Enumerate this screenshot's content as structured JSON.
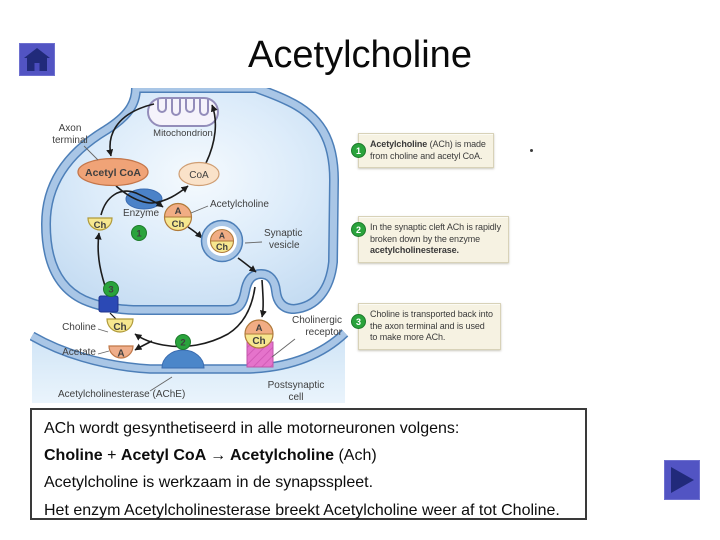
{
  "title": "Acetylcholine",
  "diagram": {
    "labels": {
      "axon_line1": "Axon",
      "axon_line2": "terminal",
      "mitochondrion": "Mitochondrion",
      "acetyl_coa": "Acetyl CoA",
      "coa": "CoA",
      "enzyme": "Enzyme",
      "acetylcholine": "Acetylcholine",
      "synaptic_line1": "Synaptic",
      "synaptic_line2": "vesicle",
      "choline": "Choline",
      "acetate": "Acetate",
      "ache": "Acetylcholinesterase (AChE)",
      "cholinergic_line1": "Cholinergic",
      "cholinergic_line2": "receptor",
      "postsynaptic_line1": "Postsynaptic",
      "postsynaptic_line2": "cell"
    },
    "molecules": {
      "a": "A",
      "ch": "Ch"
    },
    "steps": [
      "1",
      "2",
      "3"
    ]
  },
  "annotations": [
    {
      "num": "1",
      "lines": [
        [
          {
            "t": "Acetylcholine",
            "b": 1
          },
          {
            "t": " (ACh) is made",
            "b": 0
          }
        ],
        [
          {
            "t": "from choline and acetyl CoA.",
            "b": 0
          }
        ]
      ]
    },
    {
      "num": "2",
      "lines": [
        [
          {
            "t": "In the synaptic cleft ACh is rapidly",
            "b": 0
          }
        ],
        [
          {
            "t": "broken down by the enzyme",
            "b": 0
          }
        ],
        [
          {
            "t": "acetylcholinesterase.",
            "b": 1
          }
        ]
      ]
    },
    {
      "num": "3",
      "lines": [
        [
          {
            "t": "Choline is transported back into",
            "b": 0
          }
        ],
        [
          {
            "t": "the axon terminal and is used",
            "b": 0
          }
        ],
        [
          {
            "t": "to make more ACh.",
            "b": 0
          }
        ]
      ]
    }
  ],
  "footer": {
    "line1": "ACh wordt gesynthetiseerd in alle motorneuronen volgens:",
    "formula": [
      {
        "t": "Choline",
        "b": 1
      },
      {
        "t": " + ",
        "b": 0
      },
      {
        "t": "Acetyl CoA",
        "b": 1
      },
      {
        "t": " → ",
        "b": 1
      },
      {
        "t": "Acetylcholine",
        "b": 1
      },
      {
        "t": " (Ach)",
        "b": 0
      }
    ],
    "line3": "Acetylcholine is werkzaam in de synapsspleet.",
    "line4": "Het enzym Acetylcholinesterase breekt Acetylcholine weer af tot Choline."
  },
  "colors": {
    "nav_button": "#5254c3",
    "step_green": "#2aa33c",
    "membrane_blue": "#4d7fb8",
    "receptor_pink": "#e573cb"
  }
}
